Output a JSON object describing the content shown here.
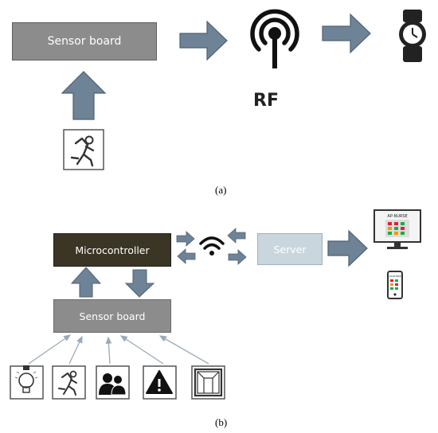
{
  "panel_a": {
    "sensor_board_label": "Sensor board",
    "rf_label": "RF",
    "caption": "(a)",
    "icons": [
      "running-person-icon",
      "antenna-icon",
      "watch-icon"
    ]
  },
  "panel_b": {
    "microcontroller_label": "Microcontroller",
    "sensor_board_label": "Sensor board",
    "server_label": "Server",
    "caption": "(b)",
    "monitor_text": "AP-NURSE",
    "phone_text": "AP-NURSE",
    "sensor_icons": [
      "light-bulb-icon",
      "running-person-icon",
      "people-icon",
      "warning-icon",
      "window-icon"
    ],
    "connectivity_icon": "wifi-icon"
  },
  "colors": {
    "arrow_fill": "#6f8397",
    "arrow_stroke": "#4e6072",
    "sensor_board": "#8c8c8c",
    "microcontroller": "#3b3526",
    "server": "#cad6de",
    "thin_arrow": "#9aaab8"
  }
}
